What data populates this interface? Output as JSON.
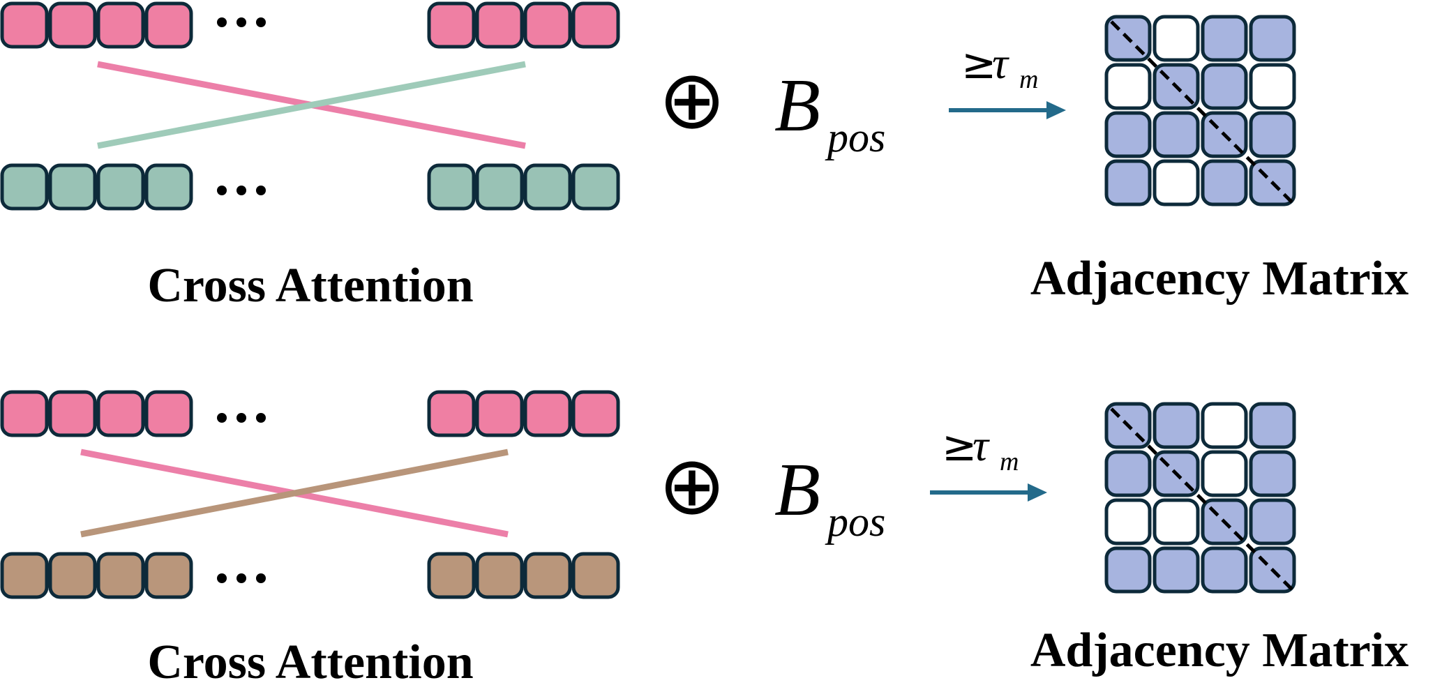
{
  "colors": {
    "query_tokens": "#ef7fa3",
    "key_tokens_row1": "#99c2b5",
    "key_tokens_row2": "#b9967b",
    "token_border": "#0d2a3a",
    "attention_line_pink": "#ec7fa8",
    "attention_line_green": "#9fcbb9",
    "attention_line_brown": "#b8957a",
    "matrix_fill": "#a7b4df",
    "matrix_empty": "#ffffff",
    "arrow": "#236a8a",
    "text": "#000000"
  },
  "icons": {
    "ellipsis": "three-dots",
    "combine": "circle-plus-icon"
  },
  "rows": [
    {
      "id": "top",
      "cross_attention_label": "Cross Attention",
      "operator_symbol": "⊕",
      "bias_symbol": "B",
      "bias_subscript": "pos",
      "threshold_relation": "≥",
      "threshold_symbol": "τ",
      "threshold_subscript": "m",
      "matrix_label": "Adjacency Matrix",
      "key_color_key": "key_tokens_row1",
      "second_line_color_key": "attention_line_green",
      "matrix_cells": [
        [
          1,
          0,
          1,
          1
        ],
        [
          0,
          1,
          1,
          0
        ],
        [
          1,
          1,
          1,
          1
        ],
        [
          1,
          0,
          1,
          1
        ]
      ]
    },
    {
      "id": "bottom",
      "cross_attention_label": "Cross Attention",
      "operator_symbol": "⊕",
      "bias_symbol": "B",
      "bias_subscript": "pos",
      "threshold_relation": "≥",
      "threshold_symbol": "τ",
      "threshold_subscript": "m",
      "matrix_label": "Adjacency Matrix",
      "key_color_key": "key_tokens_row2",
      "second_line_color_key": "attention_line_brown",
      "matrix_cells": [
        [
          1,
          1,
          0,
          1
        ],
        [
          1,
          1,
          0,
          1
        ],
        [
          0,
          0,
          1,
          1
        ],
        [
          1,
          1,
          1,
          1
        ]
      ]
    }
  ]
}
